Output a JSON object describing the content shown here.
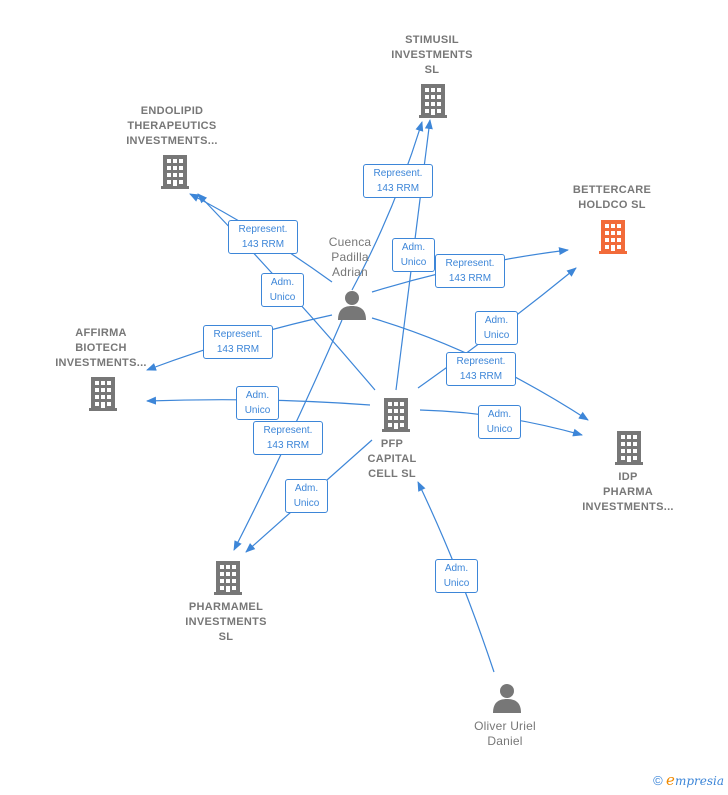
{
  "colors": {
    "edge": "#3d86d8",
    "building": "#777777",
    "building_highlight": "#f26b3a",
    "person": "#777777",
    "label": "#777777"
  },
  "nodes": {
    "stimusil": {
      "label": "STIMUSIL\nINVESTMENTS\nSL",
      "icon": "building-icon"
    },
    "endolipid": {
      "label": "ENDOLIPID\nTHERAPEUTICS\nINVESTMENTS...",
      "icon": "building-icon"
    },
    "bettercare": {
      "label": "BETTERCARE\nHOLDCO  SL",
      "icon": "building-icon"
    },
    "cuenca": {
      "label": "Cuenca\nPadilla\nAdrian",
      "icon": "person-icon"
    },
    "affirma": {
      "label": "AFFIRMA\nBIOTECH\nINVESTMENTS...",
      "icon": "building-icon"
    },
    "pfp": {
      "label": "PFP\nCAPITAL\nCELL  SL",
      "icon": "building-icon"
    },
    "idp": {
      "label": "IDP\nPHARMA\nINVESTMENTS...",
      "icon": "building-icon"
    },
    "pharmamel": {
      "label": "PHARMAMEL\nINVESTMENTS\nSL",
      "icon": "building-icon"
    },
    "oliver": {
      "label": "Oliver Uriel\nDaniel",
      "icon": "person-icon"
    }
  },
  "edge_labels": {
    "rep_stimusil": "Represent.\n143 RRM",
    "adm_stimusil": "Adm.\nUnico",
    "rep_endolipid": "Represent.\n143 RRM",
    "adm_endolipid": "Adm.\nUnico",
    "rep_bettercare": "Represent.\n143 RRM",
    "adm_bettercare": "Adm.\nUnico",
    "rep_affirma": "Represent.\n143 RRM",
    "adm_affirma": "Adm.\nUnico",
    "rep_idp": "Represent.\n143 RRM",
    "adm_idp": "Adm.\nUnico",
    "rep_pharmamel": "Represent.\n143 RRM",
    "adm_pharmamel": "Adm.\nUnico",
    "adm_pfp_oliver": "Adm.\nUnico"
  },
  "footer": {
    "copyright": "©",
    "brand_initial": "e",
    "brand_rest": "mpresia"
  }
}
